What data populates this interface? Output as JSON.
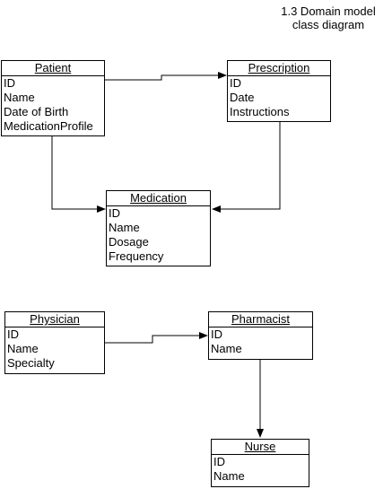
{
  "title": {
    "line1": "1.3 Domain model",
    "line2": "class diagram"
  },
  "entities": {
    "patient": {
      "name": "Patient",
      "attributes": [
        "ID",
        "Name",
        "Date of Birth",
        "MedicationProfile"
      ]
    },
    "prescription": {
      "name": "Prescription",
      "attributes": [
        "ID",
        "Date",
        "Instructions"
      ]
    },
    "medication": {
      "name": "Medication",
      "attributes": [
        "ID",
        "Name",
        "Dosage",
        "Frequency"
      ]
    },
    "physician": {
      "name": "Physician",
      "attributes": [
        "ID",
        "Name",
        "Specialty"
      ]
    },
    "pharmacist": {
      "name": "Pharmacist",
      "attributes": [
        "ID",
        "Name"
      ]
    },
    "nurse": {
      "name": "Nurse",
      "attributes": [
        "ID",
        "Name"
      ]
    }
  }
}
